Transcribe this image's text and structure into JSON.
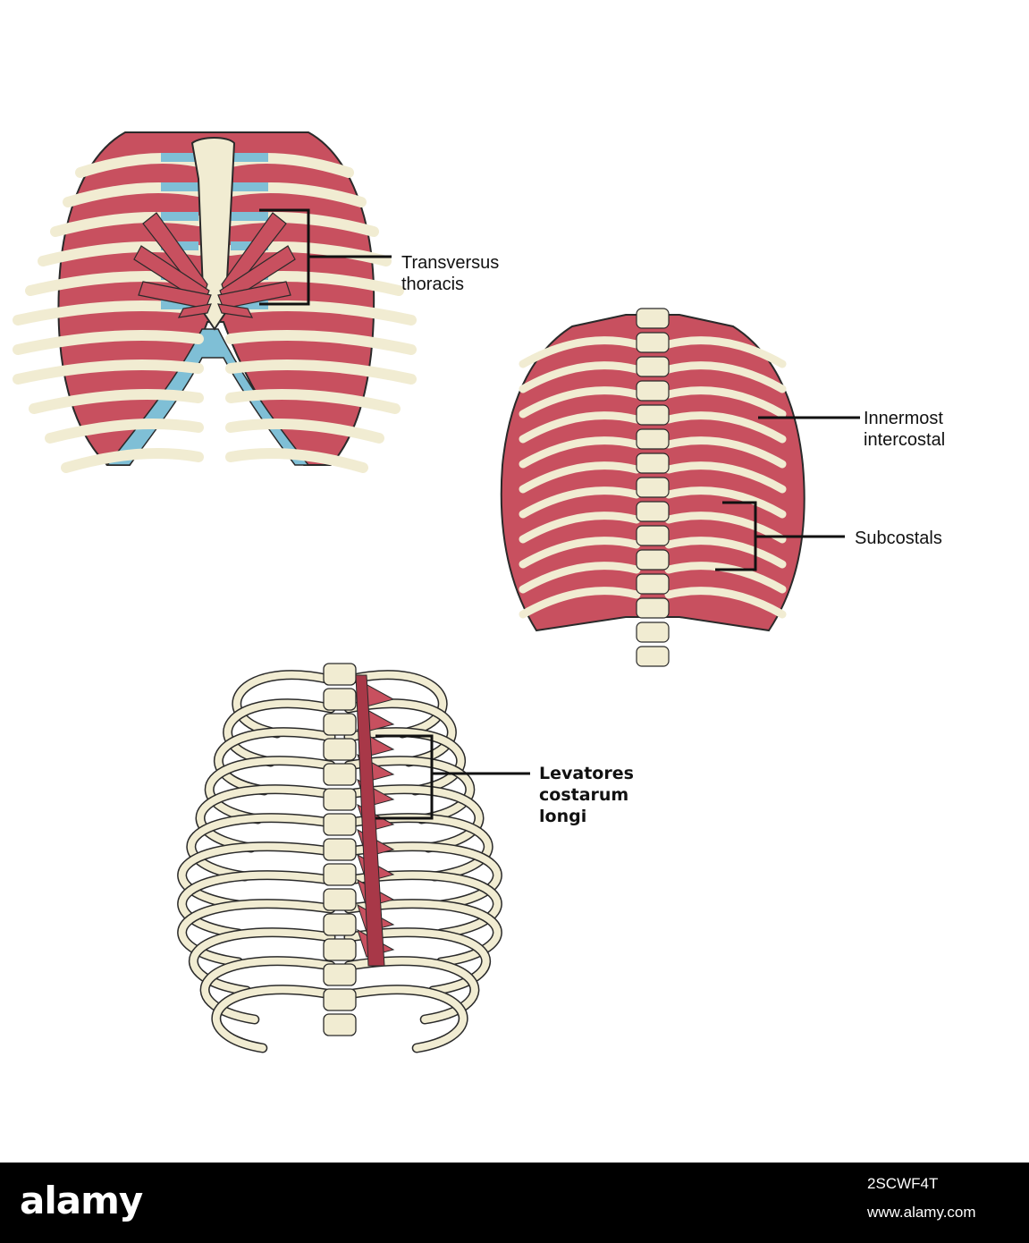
{
  "labels": {
    "transversus": [
      "Transversus",
      "thoracis"
    ],
    "innermost": [
      "Innermost",
      "intercostal"
    ],
    "subcostals": [
      "Subcostals"
    ],
    "levatores": [
      "Levatores",
      "costarum",
      "longi"
    ]
  },
  "watermark": {
    "logo": "alamy",
    "image_id": "2SCWF4T",
    "url": "www.alamy.com"
  },
  "colors": {
    "muscle": "#c8505f",
    "muscle_dark": "#a83848",
    "bone": "#f1ecd2",
    "cartilage": "#7fbfd6",
    "outline": "#2a2a2a"
  }
}
